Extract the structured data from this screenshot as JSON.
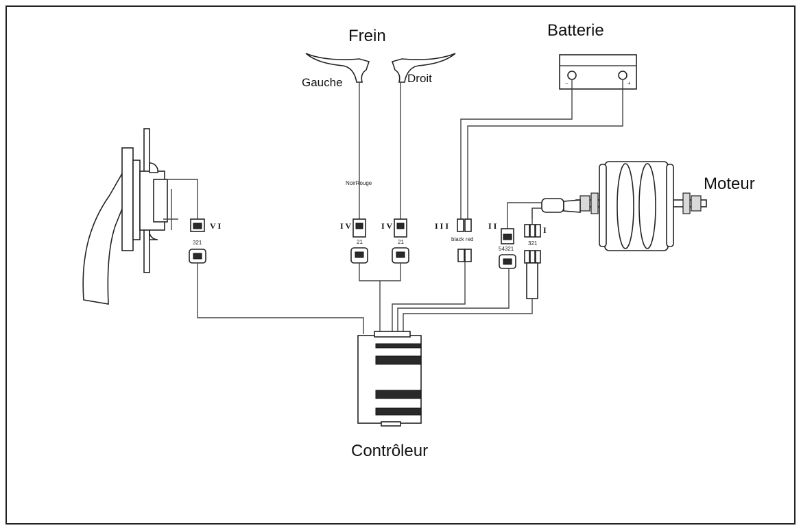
{
  "labels": {
    "brake": "Frein",
    "left": "Gauche",
    "right": "Droit",
    "battery": "Batterie",
    "motor": "Moteur",
    "controller": "Contrôleur",
    "brake_wire_colors": "NoirRouge",
    "battery_wire_colors": "black red"
  },
  "connectors": {
    "vi": {
      "roman": "V I",
      "pins": "321"
    },
    "iv_left": {
      "roman": "I V",
      "pins": "21"
    },
    "iv_right": {
      "roman": "I V",
      "pins": "21"
    },
    "iii": {
      "roman": "I I I"
    },
    "ii": {
      "roman": "I I",
      "pins": "54321"
    },
    "i": {
      "roman": "I",
      "pins": "321"
    }
  },
  "battery_terminals": {
    "negative": "−",
    "positive": "+"
  }
}
